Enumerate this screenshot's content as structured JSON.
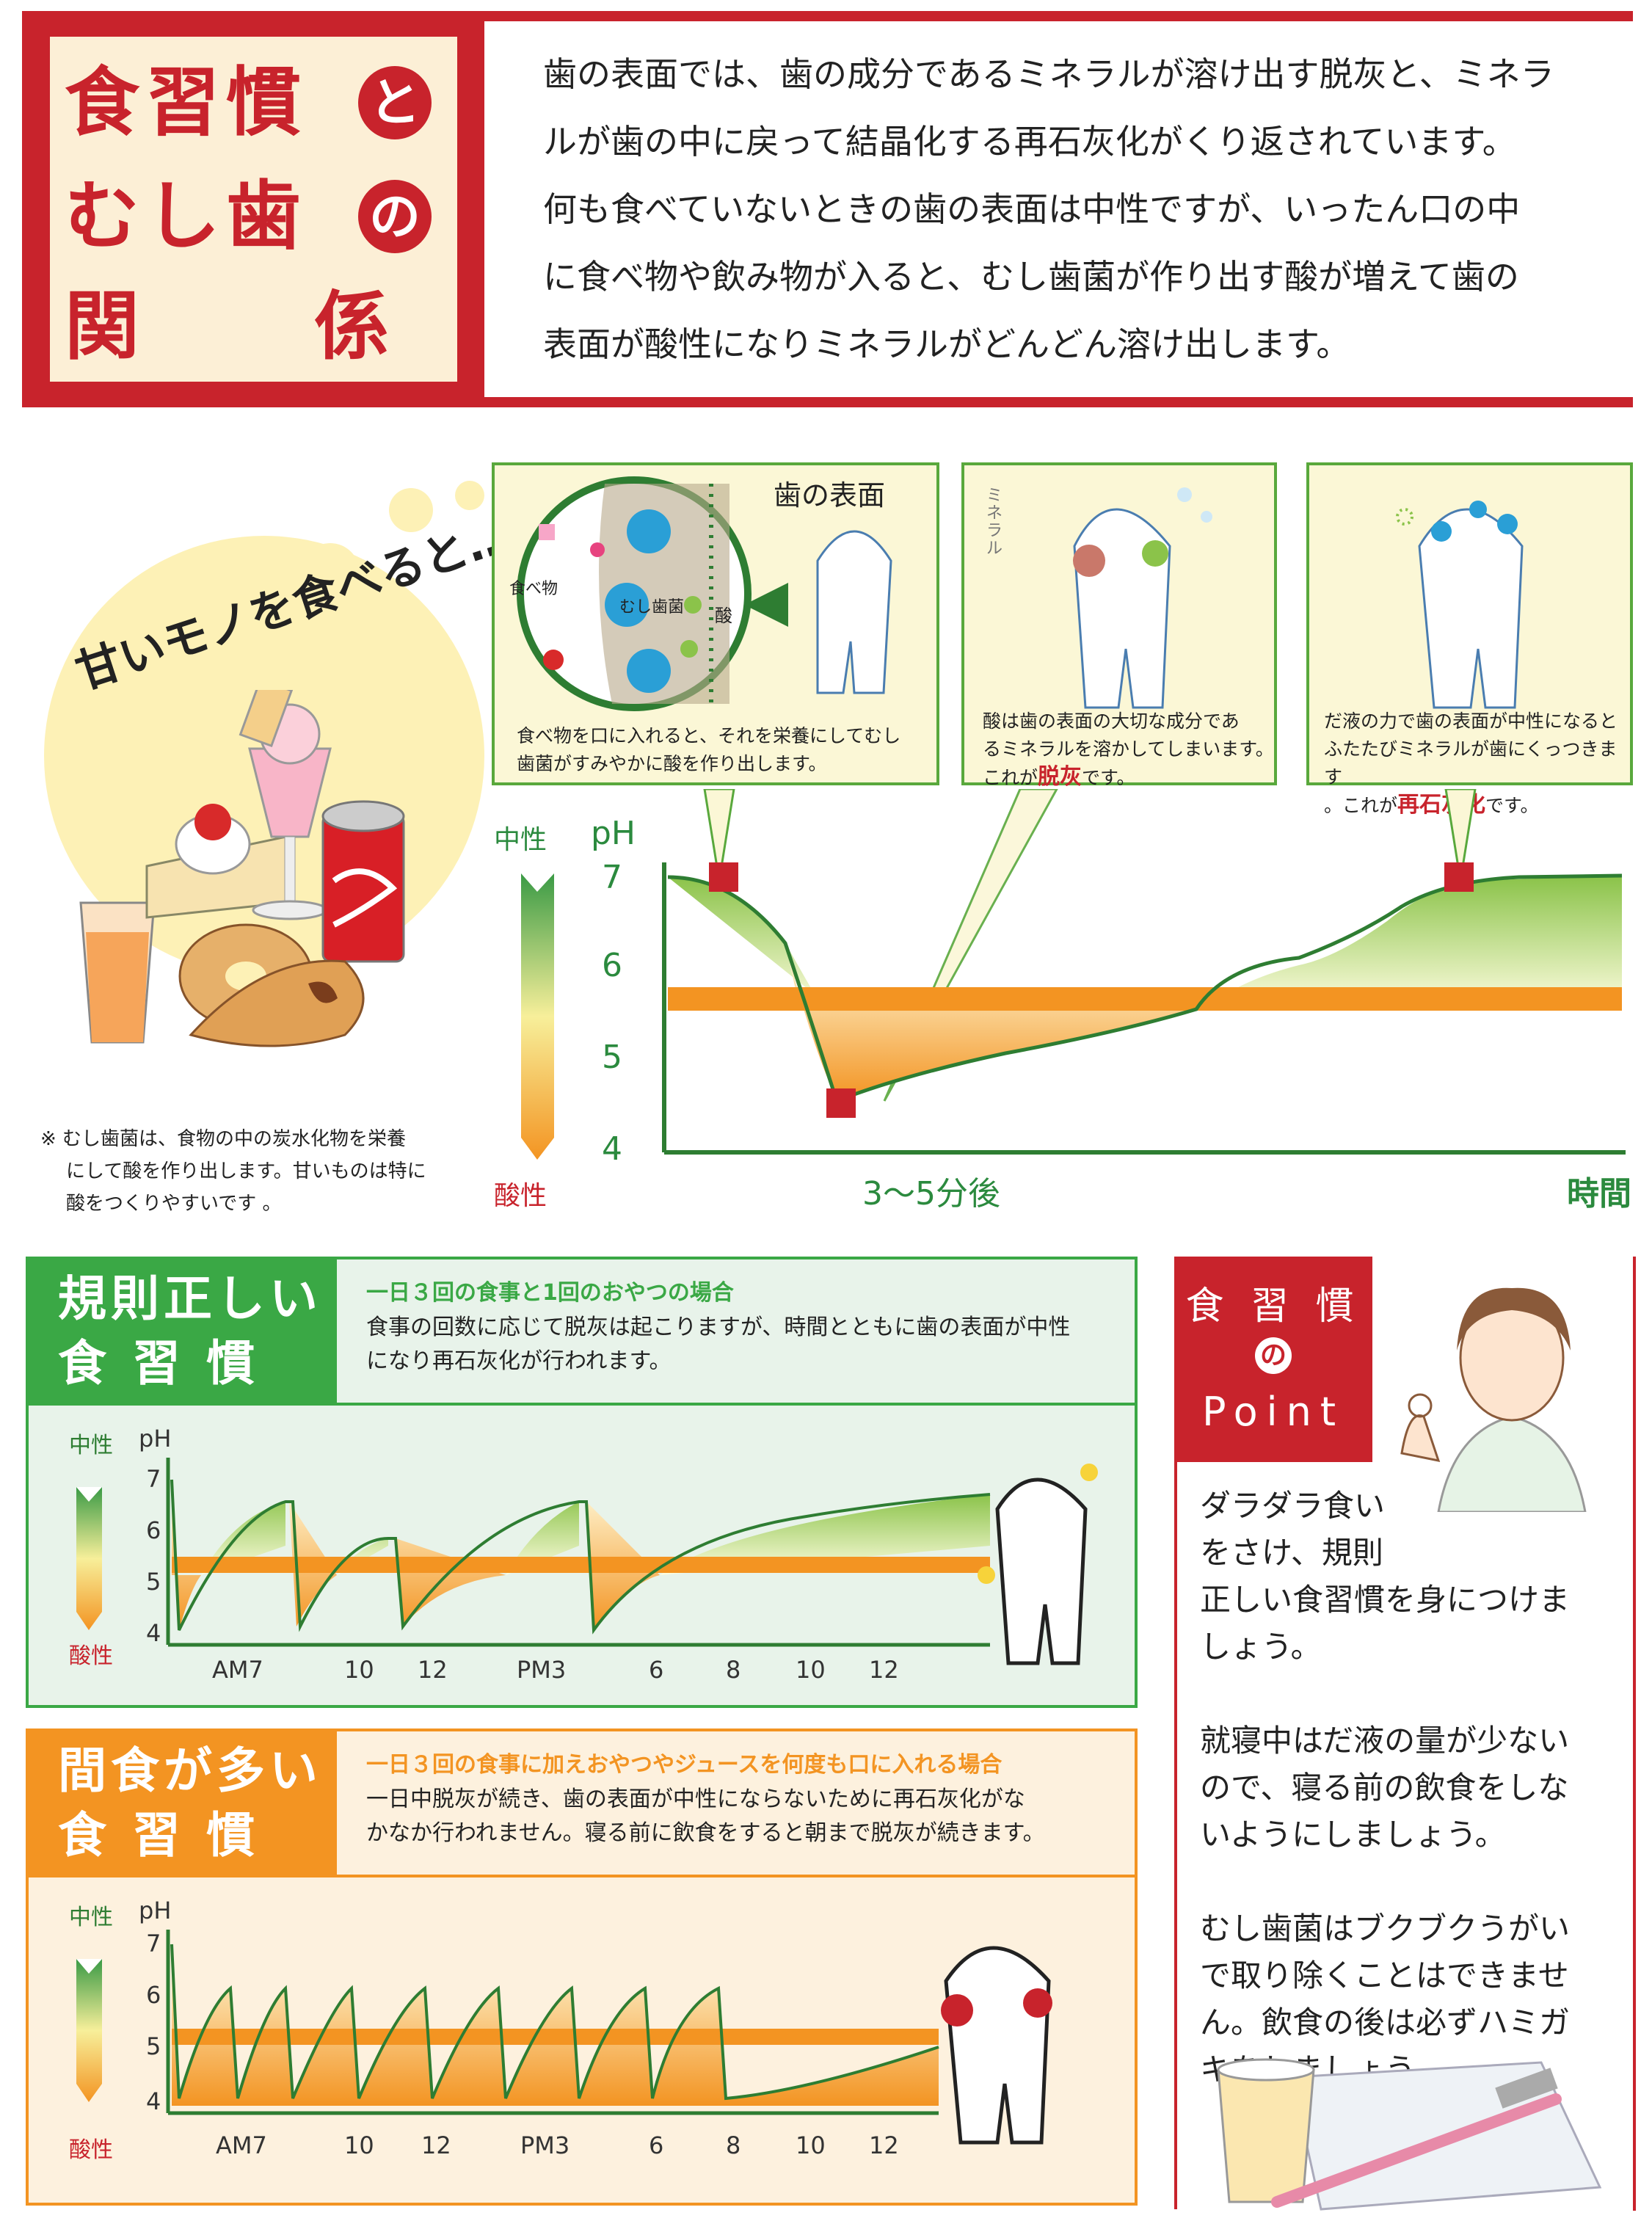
{
  "header": {
    "title_line1": "食習慣",
    "title_line2": "むし歯",
    "title_line3_left": "関",
    "title_line3_right": "係",
    "circle1": "と",
    "circle2": "の",
    "intro": [
      "歯の表面では、歯の成分であるミネラルが溶け出す脱灰と、ミネラ",
      "ルが歯の中に戻って結晶化する再石灰化がくり返されています。",
      "何も食べていないときの歯の表面は中性ですが、いったん口の中",
      "に食べ物や飲み物が入ると、むし歯菌が作り出す酸が増えて歯の",
      "表面が酸性になりミネラルがどんどん溶け出します。"
    ]
  },
  "sweets": {
    "title": "甘いモノを食べると…",
    "note": [
      "※ むし歯菌は、食物の中の炭水化物を栄養",
      "にして酸を作り出します。甘いものは特に",
      "酸をつくりやすいです 。"
    ]
  },
  "panels": {
    "p1": {
      "label_surface": "歯の表面",
      "label_food": "食べ物",
      "label_bacteria": "むし歯菌",
      "label_acid": "酸",
      "caption": [
        "食べ物を口に入れると、それを栄養にしてむし",
        "歯菌がすみやかに酸を作り出します。"
      ]
    },
    "p2": {
      "label_mineral": "ミネラル",
      "caption": [
        "酸は歯の表面の大切な成分であ",
        "るミネラルを溶かしてしまいます。"
      ],
      "caption_pre": "これが",
      "caption_red": "脱灰",
      "caption_post": "です。"
    },
    "p3": {
      "caption": [
        "だ液の力で歯の表面が中性になると",
        "ふたたびミネラルが歯にくっつきます"
      ],
      "caption_pre": "。これが",
      "caption_red": "再石灰化",
      "caption_post": "です。"
    }
  },
  "main_chart": {
    "neutral": "中性",
    "acidic": "酸性",
    "ph": "pH",
    "ticks": [
      "7",
      "6",
      "5",
      "4"
    ],
    "x_label": "3〜5分後",
    "time_label": "時間"
  },
  "regular": {
    "heading1": "規則正しい",
    "heading2": "食 習 慣",
    "subtitle": "一日３回の食事と1回のおやつの場合",
    "desc": [
      "食事の回数に応じて脱灰は起こりますが、時間とともに歯の表面が中性",
      "になり再石灰化が行われます。"
    ],
    "neutral": "中性",
    "acidic": "酸性",
    "ph": "pH",
    "yticks": [
      "7",
      "6",
      "5",
      "4"
    ],
    "xticks": [
      "AM7",
      "10",
      "12",
      "PM3",
      "6",
      "8",
      "10",
      "12"
    ],
    "accent": "#3aa845"
  },
  "frequent": {
    "heading1": "間食が多い",
    "heading2": "食 習 慣",
    "subtitle": "一日３回の食事に加えおやつやジュースを何度も口に入れる場合",
    "desc": [
      "一日中脱灰が続き、歯の表面が中性にならないために再石灰化がな",
      "かなか行われません。寝る前に飲食をすると朝まで脱灰が続きます。"
    ],
    "neutral": "中性",
    "acidic": "酸性",
    "ph": "pH",
    "yticks": [
      "7",
      "6",
      "5",
      "4"
    ],
    "xticks": [
      "AM7",
      "10",
      "12",
      "PM3",
      "6",
      "8",
      "10",
      "12"
    ],
    "accent": "#f39422"
  },
  "point": {
    "title1": "食 習 慣",
    "title2": "の",
    "title3": "Point",
    "paragraphs": [
      [
        "ダラダラ食い",
        "をさけ、規則",
        "正しい食習慣を身につけま",
        "しょう。"
      ],
      [
        "就寝中はだ液の量が少ない",
        "ので、寝る前の飲食をしな",
        "いようにしましょう。"
      ],
      [
        "むし歯菌はブクブクうがい",
        "で取り除くことはできませ",
        "ん。飲食の後は必ずハミガ",
        "キをしましょう。"
      ]
    ]
  }
}
